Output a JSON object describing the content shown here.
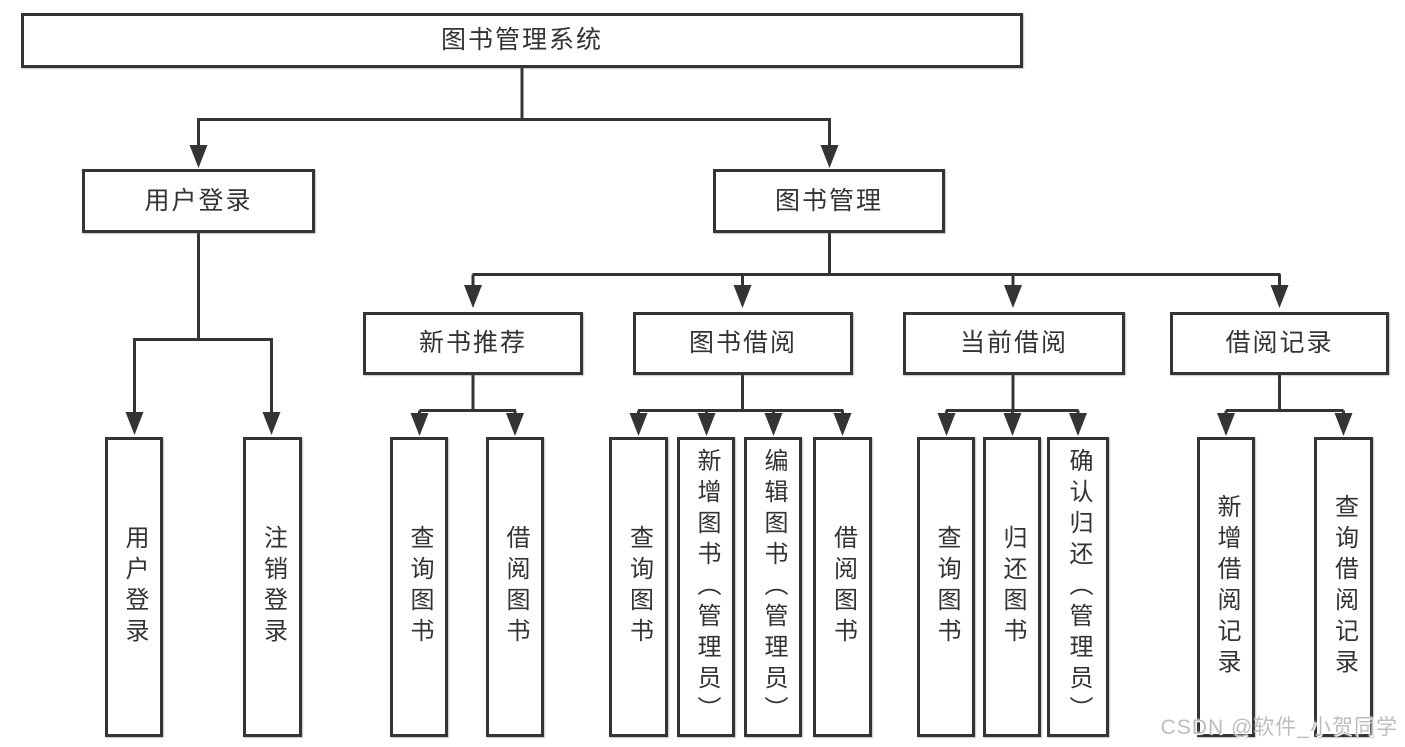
{
  "diagram": {
    "root": "图书管理系统",
    "level2": [
      "用户登录",
      "图书管理"
    ],
    "level3": [
      "新书推荐",
      "图书借阅",
      "当前借阅",
      "借阅记录"
    ],
    "leaves_login": [
      "用户登录",
      "注销登录"
    ],
    "leaves_newbook": [
      "查询图书",
      "借阅图书"
    ],
    "leaves_borrow": [
      "查询图书",
      "新增图书（管理员）",
      "编辑图书（管理员）",
      "借阅图书"
    ],
    "leaves_current": [
      "查询图书",
      "归还图书",
      "确认归还（管理员）"
    ],
    "leaves_records": [
      "新增借阅记录",
      "查询借阅记录"
    ]
  },
  "watermark": "CSDN @软件_小贺同学",
  "colors": {
    "line": "#343434",
    "text": "#333333",
    "watermark": "#bdbdbd",
    "background": "#ffffff"
  }
}
